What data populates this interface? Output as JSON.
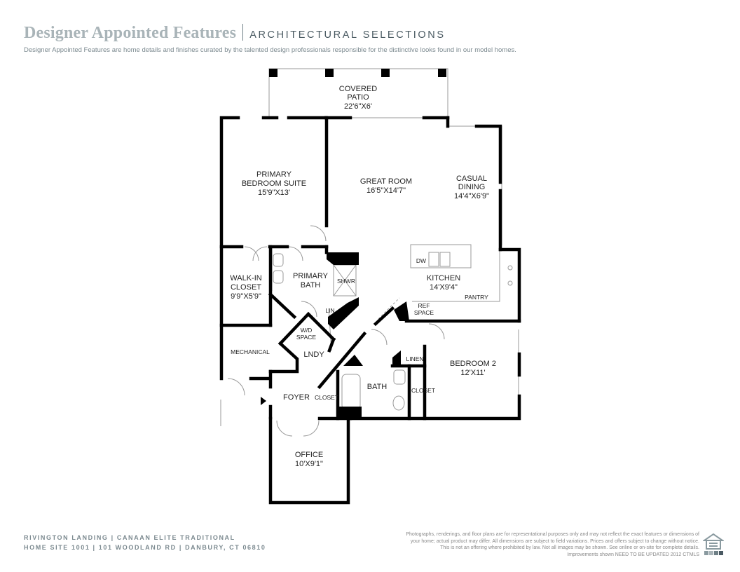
{
  "header": {
    "title": "Designer Appointed Features",
    "subtitle": "ARCHITECTURAL SELECTIONS",
    "description": "Designer Appointed Features are home details and finishes curated by the talented design professionals responsible for the distinctive looks found in our model homes."
  },
  "rooms": {
    "patio": {
      "name_line1": "COVERED",
      "name_line2": "PATIO",
      "size": "22'6\"X6'"
    },
    "primary_bedroom": {
      "name_line1": "PRIMARY",
      "name_line2": "BEDROOM SUITE",
      "size": "15'9\"X13'"
    },
    "great_room": {
      "name": "GREAT ROOM",
      "size": "16'5\"X14'7\""
    },
    "casual_dining": {
      "name_line1": "CASUAL",
      "name_line2": "DINING",
      "size": "14'4\"X6'9\""
    },
    "walk_in_closet": {
      "name_line1": "WALK-IN",
      "name_line2": "CLOSET",
      "size": "9'9\"X5'9\""
    },
    "primary_bath": {
      "name_line1": "PRIMARY",
      "name_line2": "BATH"
    },
    "shower": {
      "name": "SHWR"
    },
    "lin": {
      "name": "LIN"
    },
    "dw": {
      "name": "DW"
    },
    "kitchen": {
      "name": "KITCHEN",
      "size": "14'X9'4\""
    },
    "pantry": {
      "name": "PANTRY"
    },
    "ref_space": {
      "name_line1": "REF",
      "name_line2": "SPACE"
    },
    "wd_space": {
      "name_line1": "W/D",
      "name_line2": "SPACE"
    },
    "lndy": {
      "name": "LNDY"
    },
    "mechanical": {
      "name": "MECHANICAL"
    },
    "linen": {
      "name": "LINEN"
    },
    "bedroom2": {
      "name": "BEDROOM 2",
      "size": "12'X11'"
    },
    "bath": {
      "name": "BATH"
    },
    "closet_bed2": {
      "name": "CLOSET"
    },
    "foyer": {
      "name": "FOYER"
    },
    "closet_foyer": {
      "name": "CLOSET"
    },
    "office": {
      "name": "OFFICE",
      "size": "10'X9'1\""
    }
  },
  "footer": {
    "line1": "RIVINGTON LANDING  |  CANAAN ELITE TRADITIONAL",
    "line2": "HOME SITE 1001  |  101 WOODLAND RD  |  DANBURY, CT 06810",
    "disclaimer_line1": "Photographs, renderings, and floor plans are for representational purposes only and may not reflect the exact features or dimensions of",
    "disclaimer_line2": "your home; actual product may differ. All dimensions are subject to field variations. Prices and offers subject to change without notice.",
    "disclaimer_line3": "This is not an offering where prohibited by law. Not all images may be shown. See online or on-site for complete details.",
    "disclaimer_line4": "Improvements shown NEED TO BE UPDATED 2012 CTMLS"
  },
  "colors": {
    "title": "#a9b4b8",
    "subtitle": "#4a5a62",
    "description": "#7c8a90",
    "wall": "#000000",
    "thin_line": "#999999"
  },
  "icons": {
    "equal_housing": "equal-housing-icon"
  }
}
